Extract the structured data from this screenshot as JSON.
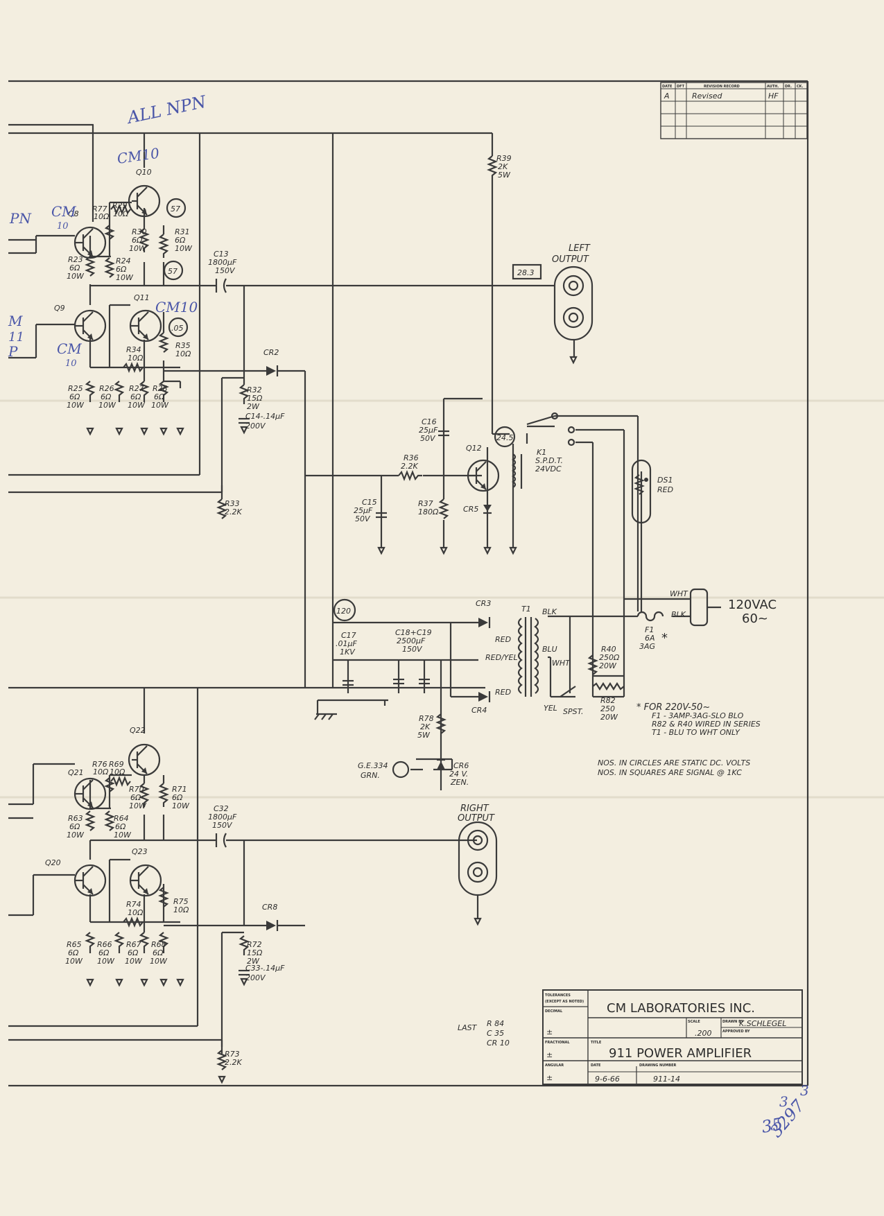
{
  "title_block": {
    "company": "CM LABORATORIES INC.",
    "title": "911 POWER AMPLIFIER",
    "scale": ".200",
    "drawn_by": "K.SCHLEGEL",
    "date": "9-6-66",
    "drawing_number": "911-14",
    "headers": {
      "tolerances": "TOLERANCES",
      "except": "(EXCEPT AS NOTED)",
      "decimal": "DECIMAL",
      "fractional": "FRACTIONAL",
      "angular": "ANGULAR",
      "scale": "SCALE",
      "drawn_by": "DRAWN BY",
      "approved_by": "APPROVED BY",
      "title": "TITLE",
      "date": "DATE",
      "drawing_number": "DRAWING NUMBER"
    },
    "tolerance_marks": [
      "±",
      "±",
      "±"
    ]
  },
  "revision_block": {
    "headers": [
      "DATE",
      "DFT",
      "REVISION RECORD",
      "AUTH.",
      "DR.",
      "CK."
    ],
    "row_mark": "A",
    "row_text": "Revised",
    "row_auth": "HF"
  },
  "annotations": {
    "all_npn": "ALL NPN",
    "cm10_q10": "CM10",
    "cm10_q8": "CM",
    "cm10_q8_b": "10",
    "cm10_q9": "CM",
    "cm10_q9_b": "10",
    "cm10_q11": "CM10",
    "left_frag_1": "PN",
    "left_frag_2": "M",
    "left_frag_3": "11",
    "left_frag_4": "P",
    "last_label": "LAST",
    "last_r": "R 84",
    "last_c": "C 35",
    "last_cr": "CR 10",
    "stamp_1": "3",
    "stamp_2": "3",
    "stamp_3": "35",
    "stamp_4": "3297"
  },
  "notes": {
    "voltage_note_1": "NOS. IN CIRCLES ARE STATIC DC. VOLTS",
    "voltage_note_2": "NOS. IN SQUARES ARE SIGNAL @ 1KC",
    "line_220_1": "* FOR 220V-50~",
    "line_220_2": "F1 - 3AMP-3AG-SLO BLO",
    "line_220_3": "R82 & R40 WIRED IN SERIES",
    "line_220_4": "T1 - BLU TO WHT ONLY"
  },
  "voltages": {
    "v57_top": "57",
    "v57_mid": "57",
    "v05": ".05",
    "v24_5": "24.5",
    "v120": "120",
    "sig_28_3": "28.3"
  },
  "transistors": [
    "Q10",
    "Q8",
    "Q9",
    "Q11",
    "Q12",
    "Q22",
    "Q21",
    "Q20",
    "Q23"
  ],
  "components": {
    "R77": [
      "R77",
      "10Ω"
    ],
    "R29": [
      "R29",
      "10Ω"
    ],
    "R30": [
      "R30",
      "6Ω",
      "10W"
    ],
    "R31": [
      "R31",
      "6Ω",
      "10W"
    ],
    "R23": [
      "R23",
      "6Ω",
      "10W"
    ],
    "R24": [
      "R24",
      "6Ω",
      "10W"
    ],
    "R34": [
      "R34",
      "10Ω"
    ],
    "R35": [
      "R35",
      "10Ω"
    ],
    "R25": [
      "R25",
      "6Ω",
      "10W"
    ],
    "R26": [
      "R26",
      "6Ω",
      "10W"
    ],
    "R27": [
      "R27",
      "6Ω",
      "10W"
    ],
    "R28": [
      "R28",
      "6Ω",
      "10W"
    ],
    "R32": [
      "R32",
      "15Ω",
      "2W"
    ],
    "R33": [
      "R33",
      "2.2K"
    ],
    "R36": [
      "R36",
      "2.2K"
    ],
    "R37": [
      "R37",
      "180Ω"
    ],
    "R39": [
      "R39",
      "2K",
      "5W"
    ],
    "R40": [
      "R40",
      "250Ω",
      "20W"
    ],
    "R82": [
      "R82",
      "250",
      "20W"
    ],
    "R78": [
      "R78",
      "2K",
      "5W"
    ],
    "R76": [
      "R76",
      "10Ω"
    ],
    "R69": [
      "R69",
      "10Ω"
    ],
    "R70": [
      "R70",
      "6Ω",
      "10W"
    ],
    "R71": [
      "R71",
      "6Ω",
      "10W"
    ],
    "R63": [
      "R63",
      "6Ω",
      "10W"
    ],
    "R64": [
      "R64",
      "6Ω",
      "10W"
    ],
    "R74": [
      "R74",
      "10Ω"
    ],
    "R75": [
      "R75",
      "10Ω"
    ],
    "R65": [
      "R65",
      "6Ω",
      "10W"
    ],
    "R66": [
      "R66",
      "6Ω",
      "10W"
    ],
    "R67": [
      "R67",
      "6Ω",
      "10W"
    ],
    "R68": [
      "R68",
      "6Ω",
      "10W"
    ],
    "R72": [
      "R72",
      "15Ω",
      "2W"
    ],
    "R73": [
      "R73",
      "2.2K"
    ],
    "C13": [
      "C13",
      "1800μF",
      "150V"
    ],
    "C14": [
      "C14-.14μF",
      "200V"
    ],
    "C16": [
      "C16",
      "25μF",
      "50V"
    ],
    "C15": [
      "C15",
      "25μF",
      "50V"
    ],
    "C17": [
      "C17",
      ".01μF",
      "1KV"
    ],
    "C18": [
      "C18+C19",
      "2500μF",
      "150V"
    ],
    "C32": [
      "C32",
      "1800μF",
      "150V"
    ],
    "C33": [
      "C33-.14μF",
      "200V"
    ],
    "CR2": "CR2",
    "CR3": "CR3",
    "CR4": "CR4",
    "CR5": "CR5",
    "CR6": [
      "CR6",
      "24 V.",
      "ZEN."
    ],
    "CR8": "CR8",
    "K1": [
      "K1",
      "S.P.D.T.",
      "24VDC"
    ],
    "DS1": [
      "DS1",
      "RED"
    ],
    "T1": "T1",
    "F1": [
      "F1",
      "6A",
      "3AG",
      "*"
    ],
    "SPST": "SPST.",
    "GE334": [
      "G.E.334",
      "GRN."
    ],
    "wires": {
      "red1": "RED",
      "red_yel": "RED/YEL",
      "red2": "RED",
      "blk": "BLK",
      "blu": "BLU",
      "wht": "WHT",
      "yel": "YEL",
      "wht_main": "WHT",
      "blk_main": "BLK"
    },
    "left_output": [
      "LEFT",
      "OUTPUT"
    ],
    "right_output": [
      "RIGHT",
      "OUTPUT"
    ],
    "mains": [
      "120VAC",
      "60~"
    ]
  }
}
